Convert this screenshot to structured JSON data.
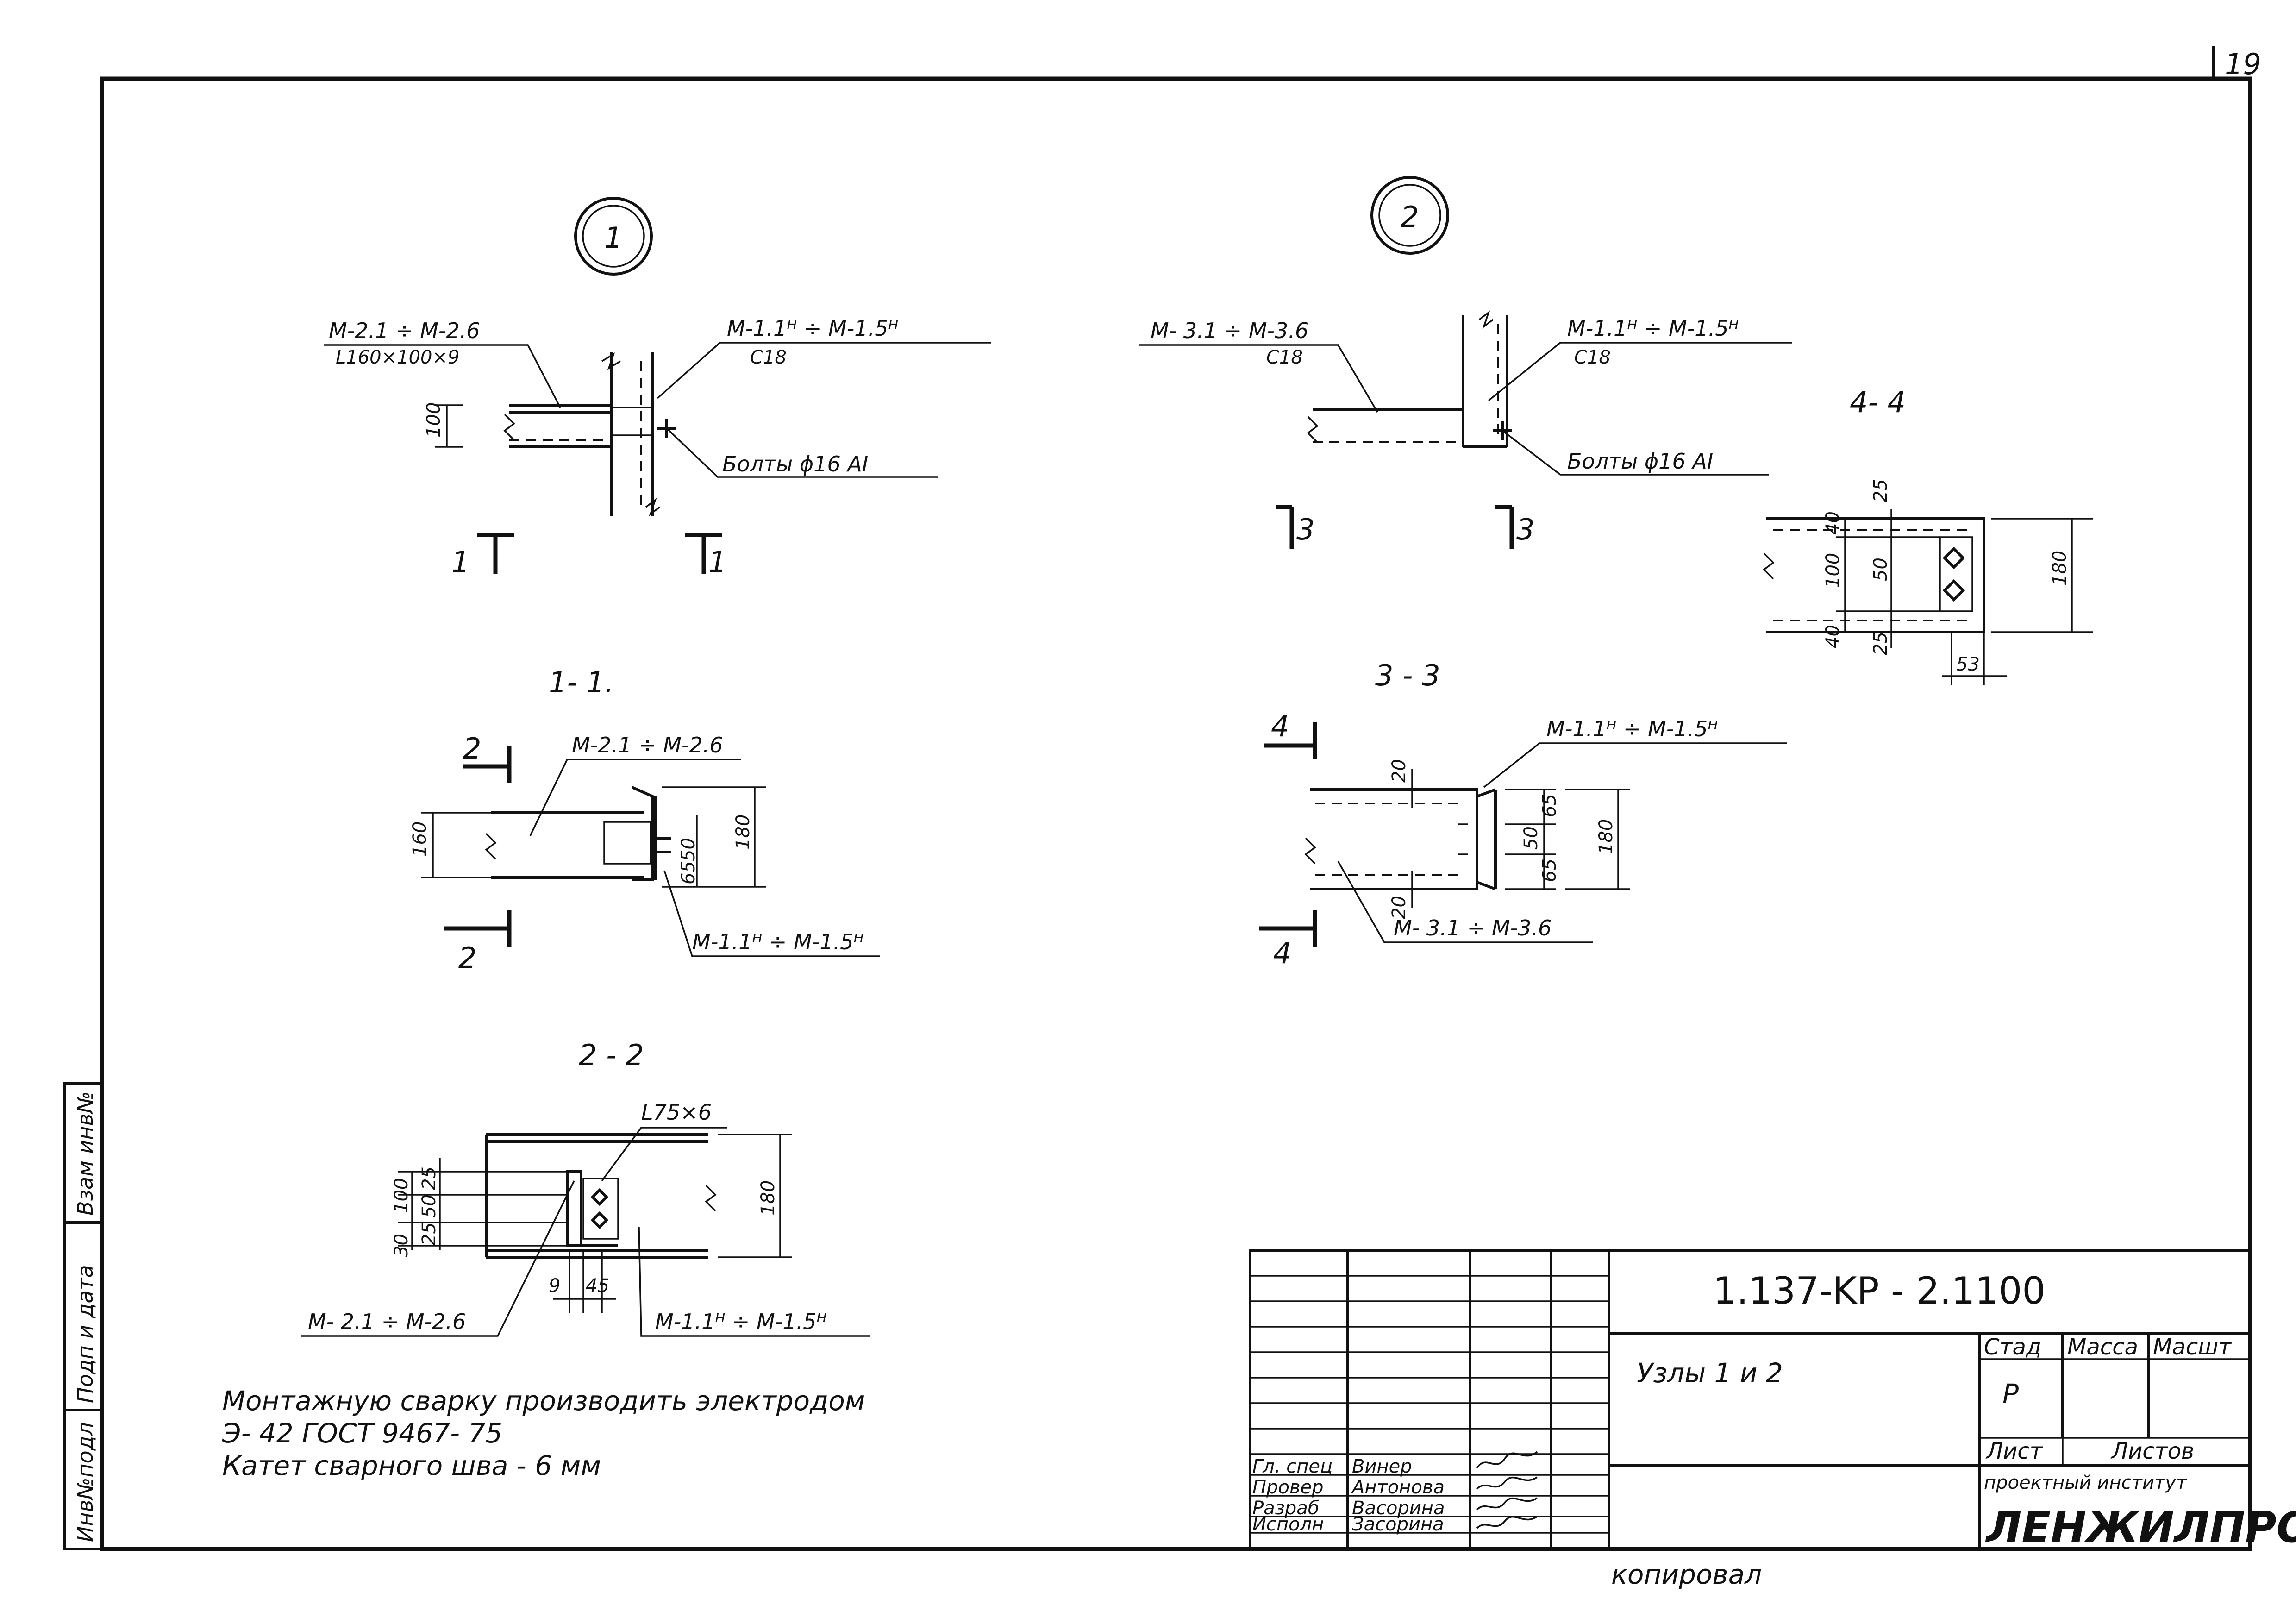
{
  "sheet": {
    "page_number": "19",
    "document_code": "1.137-KP - 2.1100",
    "title": "Узлы 1 и 2",
    "copied": "копировал"
  },
  "side_stamp": [
    "Инв№подл",
    "Подп и дата",
    "Взам инв№"
  ],
  "node1": {
    "marker": "1",
    "beam_label": "M-2.1 ÷ M-2.6",
    "beam_profile": "L160×100×9",
    "column_label": "M-1.1ᴴ ÷ M-1.5ᴴ",
    "column_profile": "C18",
    "bolts": "Болты ϕ16 AI",
    "dim_height": "100",
    "cut_left": "1",
    "cut_right": "1"
  },
  "node2": {
    "marker": "2",
    "beam_label": "M- 3.1 ÷ M-3.6",
    "beam_profile": "C18",
    "column_label": "M-1.1ᴴ ÷ M-1.5ᴴ",
    "column_profile": "C18",
    "bolts": "Болты ϕ16 AI",
    "cut_left": "3",
    "cut_right": "3"
  },
  "section_1_1": {
    "title": "1- 1.",
    "beam_label": "M-2.1 ÷ M-2.6",
    "column_label": "M-1.1ᴴ ÷ M-1.5ᴴ",
    "dim_left": "160",
    "dim_right": "180",
    "dim_inner": [
      "50",
      "65"
    ],
    "cut_top": "2",
    "cut_bottom": "2"
  },
  "section_2_2": {
    "title": "2 - 2",
    "angle_label": "L75×6",
    "beam_label": "M- 2.1 ÷ M-2.6",
    "column_label": "M-1.1ᴴ ÷ M-1.5ᴴ",
    "dims_left": [
      "30",
      "100",
      "25",
      "50",
      "25"
    ],
    "dim_right": "180",
    "dims_bottom": [
      "9",
      "45"
    ]
  },
  "section_3_3": {
    "title": "3 - 3",
    "column_label": "M-1.1ᴴ ÷ M-1.5ᴴ",
    "beam_label": "M- 3.1 ÷ M-3.6",
    "dims_inner": [
      "20",
      "20"
    ],
    "dims_right": [
      "65",
      "50",
      "65"
    ],
    "dim_total": "180",
    "cut_top": "4",
    "cut_bottom": "4"
  },
  "section_4_4": {
    "title": "4- 4",
    "dims_left": [
      "40",
      "100",
      "40"
    ],
    "dims_inner": [
      "25",
      "50",
      "25"
    ],
    "dim_right": "180",
    "dim_bottom": "53"
  },
  "notes": [
    "Монтажную  сварку  производить  электродом",
    "Э- 42   ГОСТ   9467- 75",
    "Катет    сварного   шва  -  6 мм"
  ],
  "title_block": {
    "roles": [
      "Гл. спец",
      "Провер",
      "Разраб",
      "Исполн"
    ],
    "names": [
      "Винер",
      "Антонова",
      "Васорина",
      "Засорина"
    ],
    "stage_header": "Стад",
    "mass_header": "Масса",
    "scale_header": "Масшт",
    "stage_value": "Р",
    "sheet_header": "Лист",
    "sheets_header": "Листов",
    "institute": "проектный институт",
    "brand": "ЛЕНЖИЛПРОЕКТ"
  }
}
